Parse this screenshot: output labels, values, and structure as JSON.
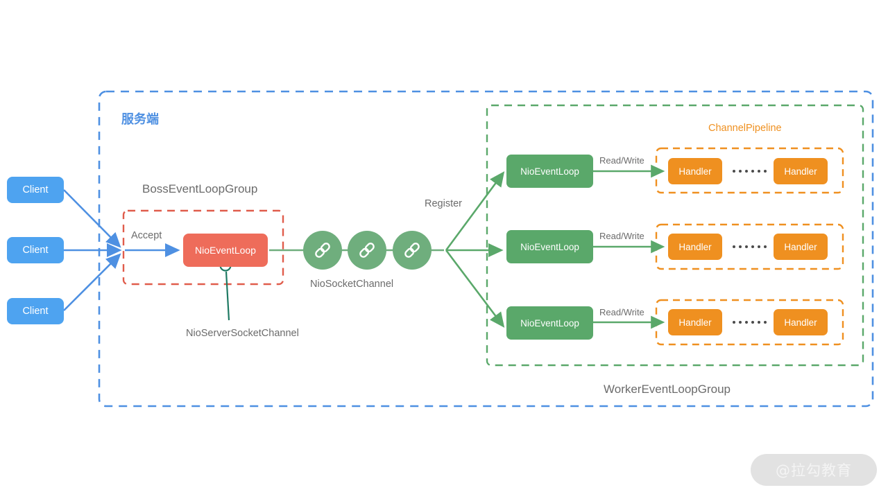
{
  "diagram": {
    "title_cn": "服务端",
    "server_boundary_name": "server-boundary",
    "colors": {
      "client_blue": "#4ea3f0",
      "boss_red": "#ee6c5a",
      "worker_green": "#5aa86a",
      "handler_orange": "#ef9020",
      "boundary_blue": "#4e90e2",
      "boundary_red": "#e05c4b",
      "boundary_green": "#5aa86a",
      "boundary_orange": "#ef9020",
      "label_gray": "#6b6b6b",
      "channel_circle_green": "#6fae7d"
    }
  },
  "clients": [
    {
      "label": "Client"
    },
    {
      "label": "Client"
    },
    {
      "label": "Client"
    }
  ],
  "boss": {
    "group_label": "BossEventLoopGroup",
    "accept_label": "Accept",
    "event_loop_label": "NioEventLoop",
    "server_socket_channel_label": "NioServerSocketChannel"
  },
  "channels": {
    "socket_channel_label": "NioSocketChannel",
    "register_label": "Register",
    "icon": "chain-link-icon",
    "count": 3
  },
  "worker": {
    "group_label": "WorkerEventLoopGroup",
    "pipeline_title": "ChannelPipeline",
    "rows": [
      {
        "event_loop_label": "NioEventLoop",
        "read_write_label": "Read/Write",
        "handlers": [
          "Handler",
          "Handler"
        ],
        "dots": 6
      },
      {
        "event_loop_label": "NioEventLoop",
        "read_write_label": "Read/Write",
        "handlers": [
          "Handler",
          "Handler"
        ],
        "dots": 6
      },
      {
        "event_loop_label": "NioEventLoop",
        "read_write_label": "Read/Write",
        "handlers": [
          "Handler",
          "Handler"
        ],
        "dots": 6
      }
    ]
  },
  "watermark": {
    "text": "@拉勾教育"
  }
}
